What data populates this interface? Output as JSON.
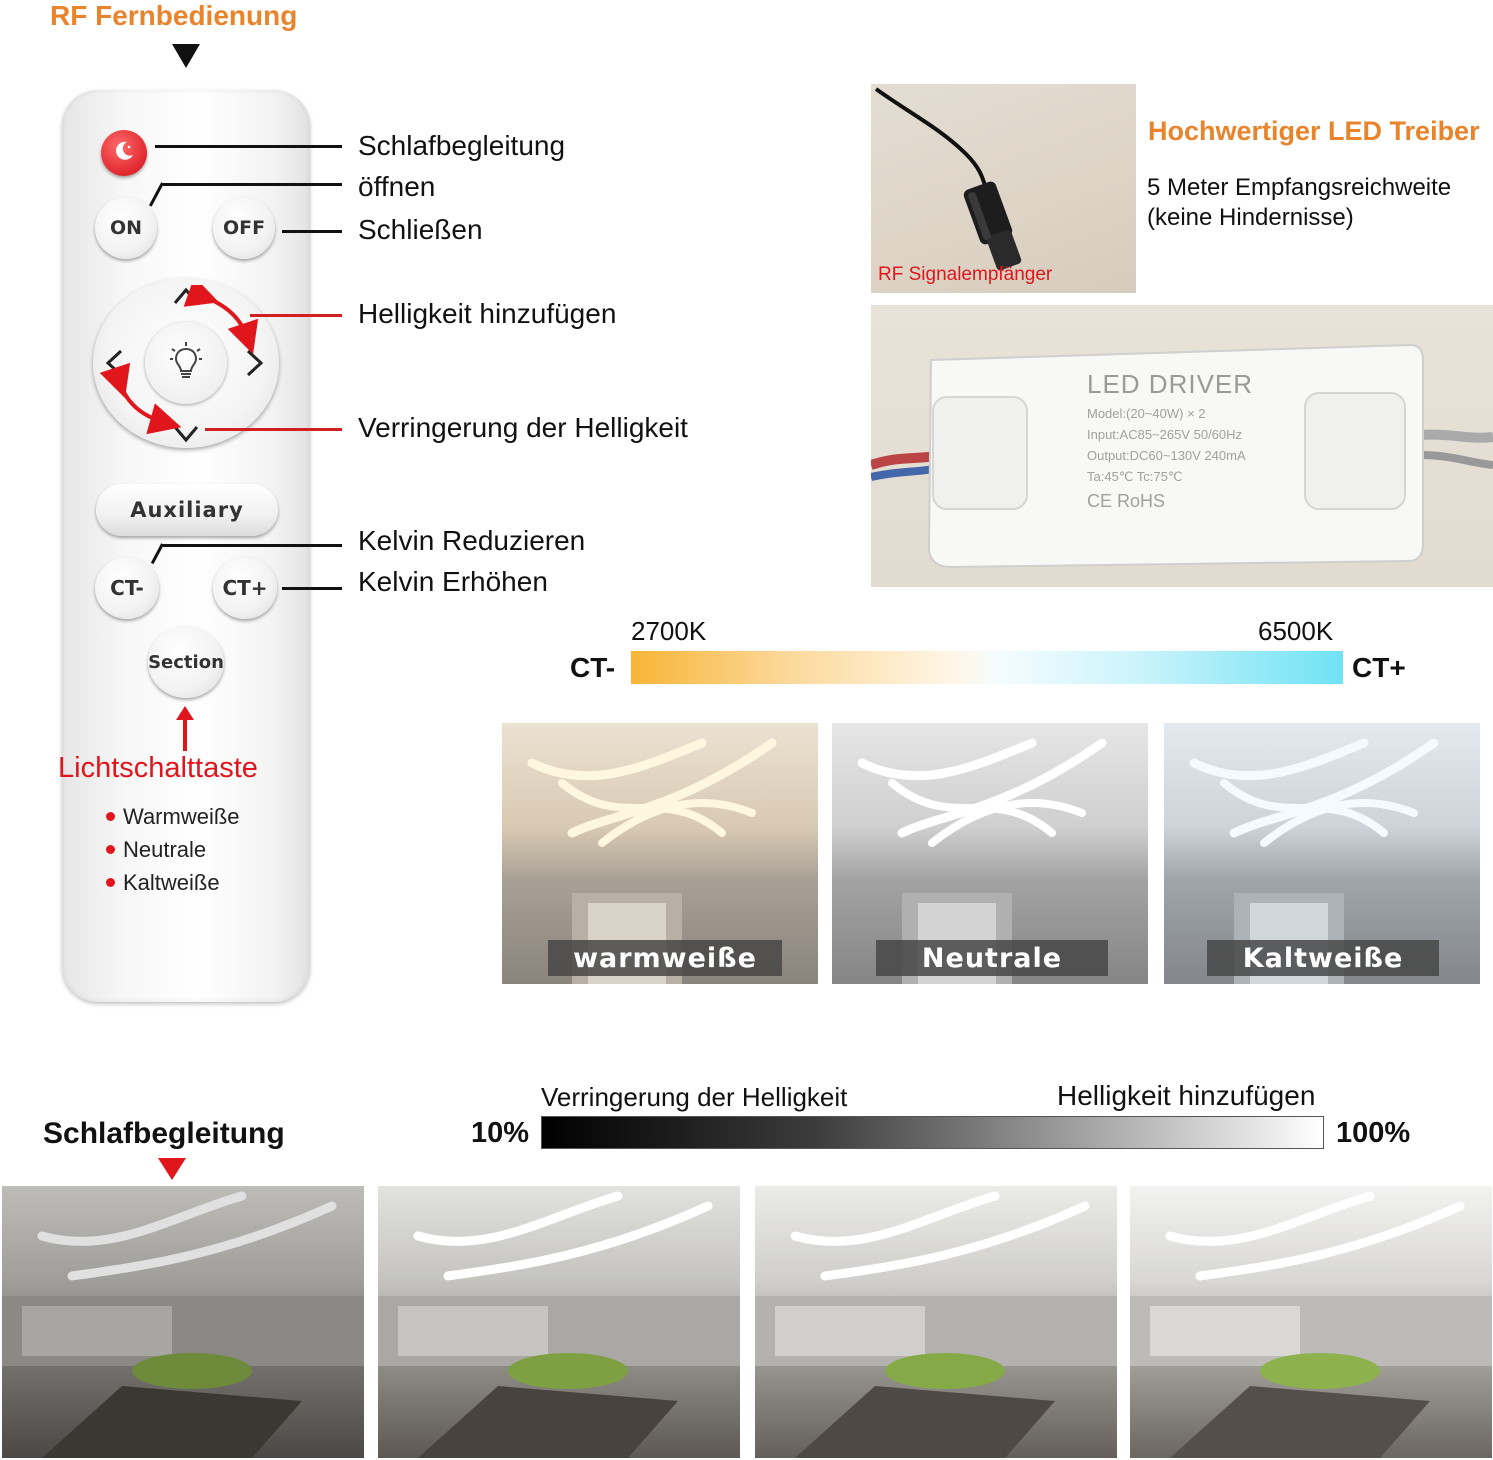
{
  "remote": {
    "title": "RF Fernbedienung",
    "buttons": {
      "on": "ON",
      "off": "OFF",
      "auxiliary": "Auxiliary",
      "ct_minus": "CT-",
      "ct_plus": "CT+",
      "section": "Section"
    },
    "labels": {
      "sleep": "Schlafbegleitung",
      "open": "öffnen",
      "close": "Schließen",
      "brightness_up": "Helligkeit hinzufügen",
      "brightness_down": "Verringerung der Helligkeit",
      "kelvin_down": "Kelvin Reduzieren",
      "kelvin_up": "Kelvin Erhöhen"
    },
    "light_key": "Lichtschalttaste",
    "modes": [
      "Warmweiße",
      "Neutrale",
      "Kaltweiße"
    ],
    "icons": [
      "moon-icon",
      "bulb-icon",
      "chevron-up-icon",
      "chevron-down-icon",
      "chevron-left-icon",
      "chevron-right-icon"
    ]
  },
  "driver": {
    "rf_label": "RF Signalempfänger",
    "title": "Hochwertiger LED Treiber",
    "desc_line1": "5 Meter Empfangsreichweite",
    "desc_line2": "(keine Hindernisse)",
    "box": {
      "name": "LED DRIVER",
      "model": "Model:(20~40W) × 2",
      "input": "Input:AC85~265V  50/60Hz",
      "output": "Output:DC60~130V  240mA",
      "temps": "Ta:45℃   Tc:75℃",
      "certs": "CE  RoHS"
    }
  },
  "color_temp": {
    "min_label": "CT-",
    "max_label": "CT+",
    "min_k": "2700K",
    "max_k": "6500K",
    "gradient_colors": [
      "#f7b537",
      "#fff6e6",
      "#6fe2f4"
    ]
  },
  "modes_photos": {
    "captions": [
      "warmweiße",
      "Neutrale",
      "Kaltweiße"
    ]
  },
  "brightness": {
    "sleep_title": "Schlafbegleitung",
    "down_label": "Verringerung der Helligkeit",
    "up_label": "Helligkeit hinzufügen",
    "min_pct": "10%",
    "max_pct": "100%"
  },
  "colors": {
    "accent_orange": "#e8842c",
    "accent_red": "#e0161c"
  }
}
